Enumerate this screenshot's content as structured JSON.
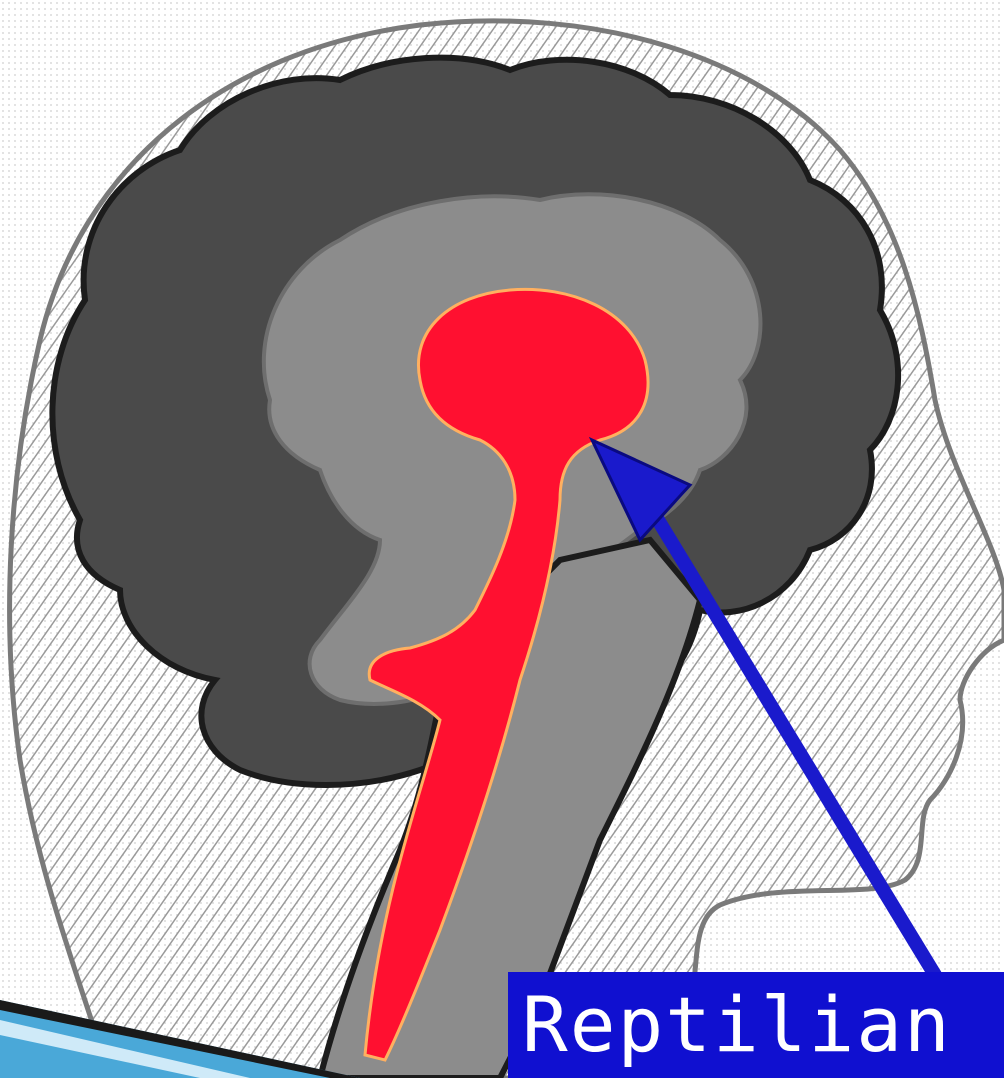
{
  "label": {
    "text": "Reptilian",
    "background": "#1010d0",
    "color": "#ffffff"
  },
  "colors": {
    "background": "#ffffff",
    "hatch": "#9a9a9a",
    "head_outline": "#7a7a7a",
    "cortex": "#4a4a4a",
    "limbic": "#8c8c8c",
    "reptilian": "#ff1030",
    "arrow": "#1a1acc",
    "slide_accent": "#4aa8d8"
  },
  "icons": {
    "head": "head-profile",
    "cortex": "neocortex-region",
    "limbic": "limbic-region",
    "reptilian": "reptilian-brain-region",
    "arrow": "pointer-arrow"
  }
}
